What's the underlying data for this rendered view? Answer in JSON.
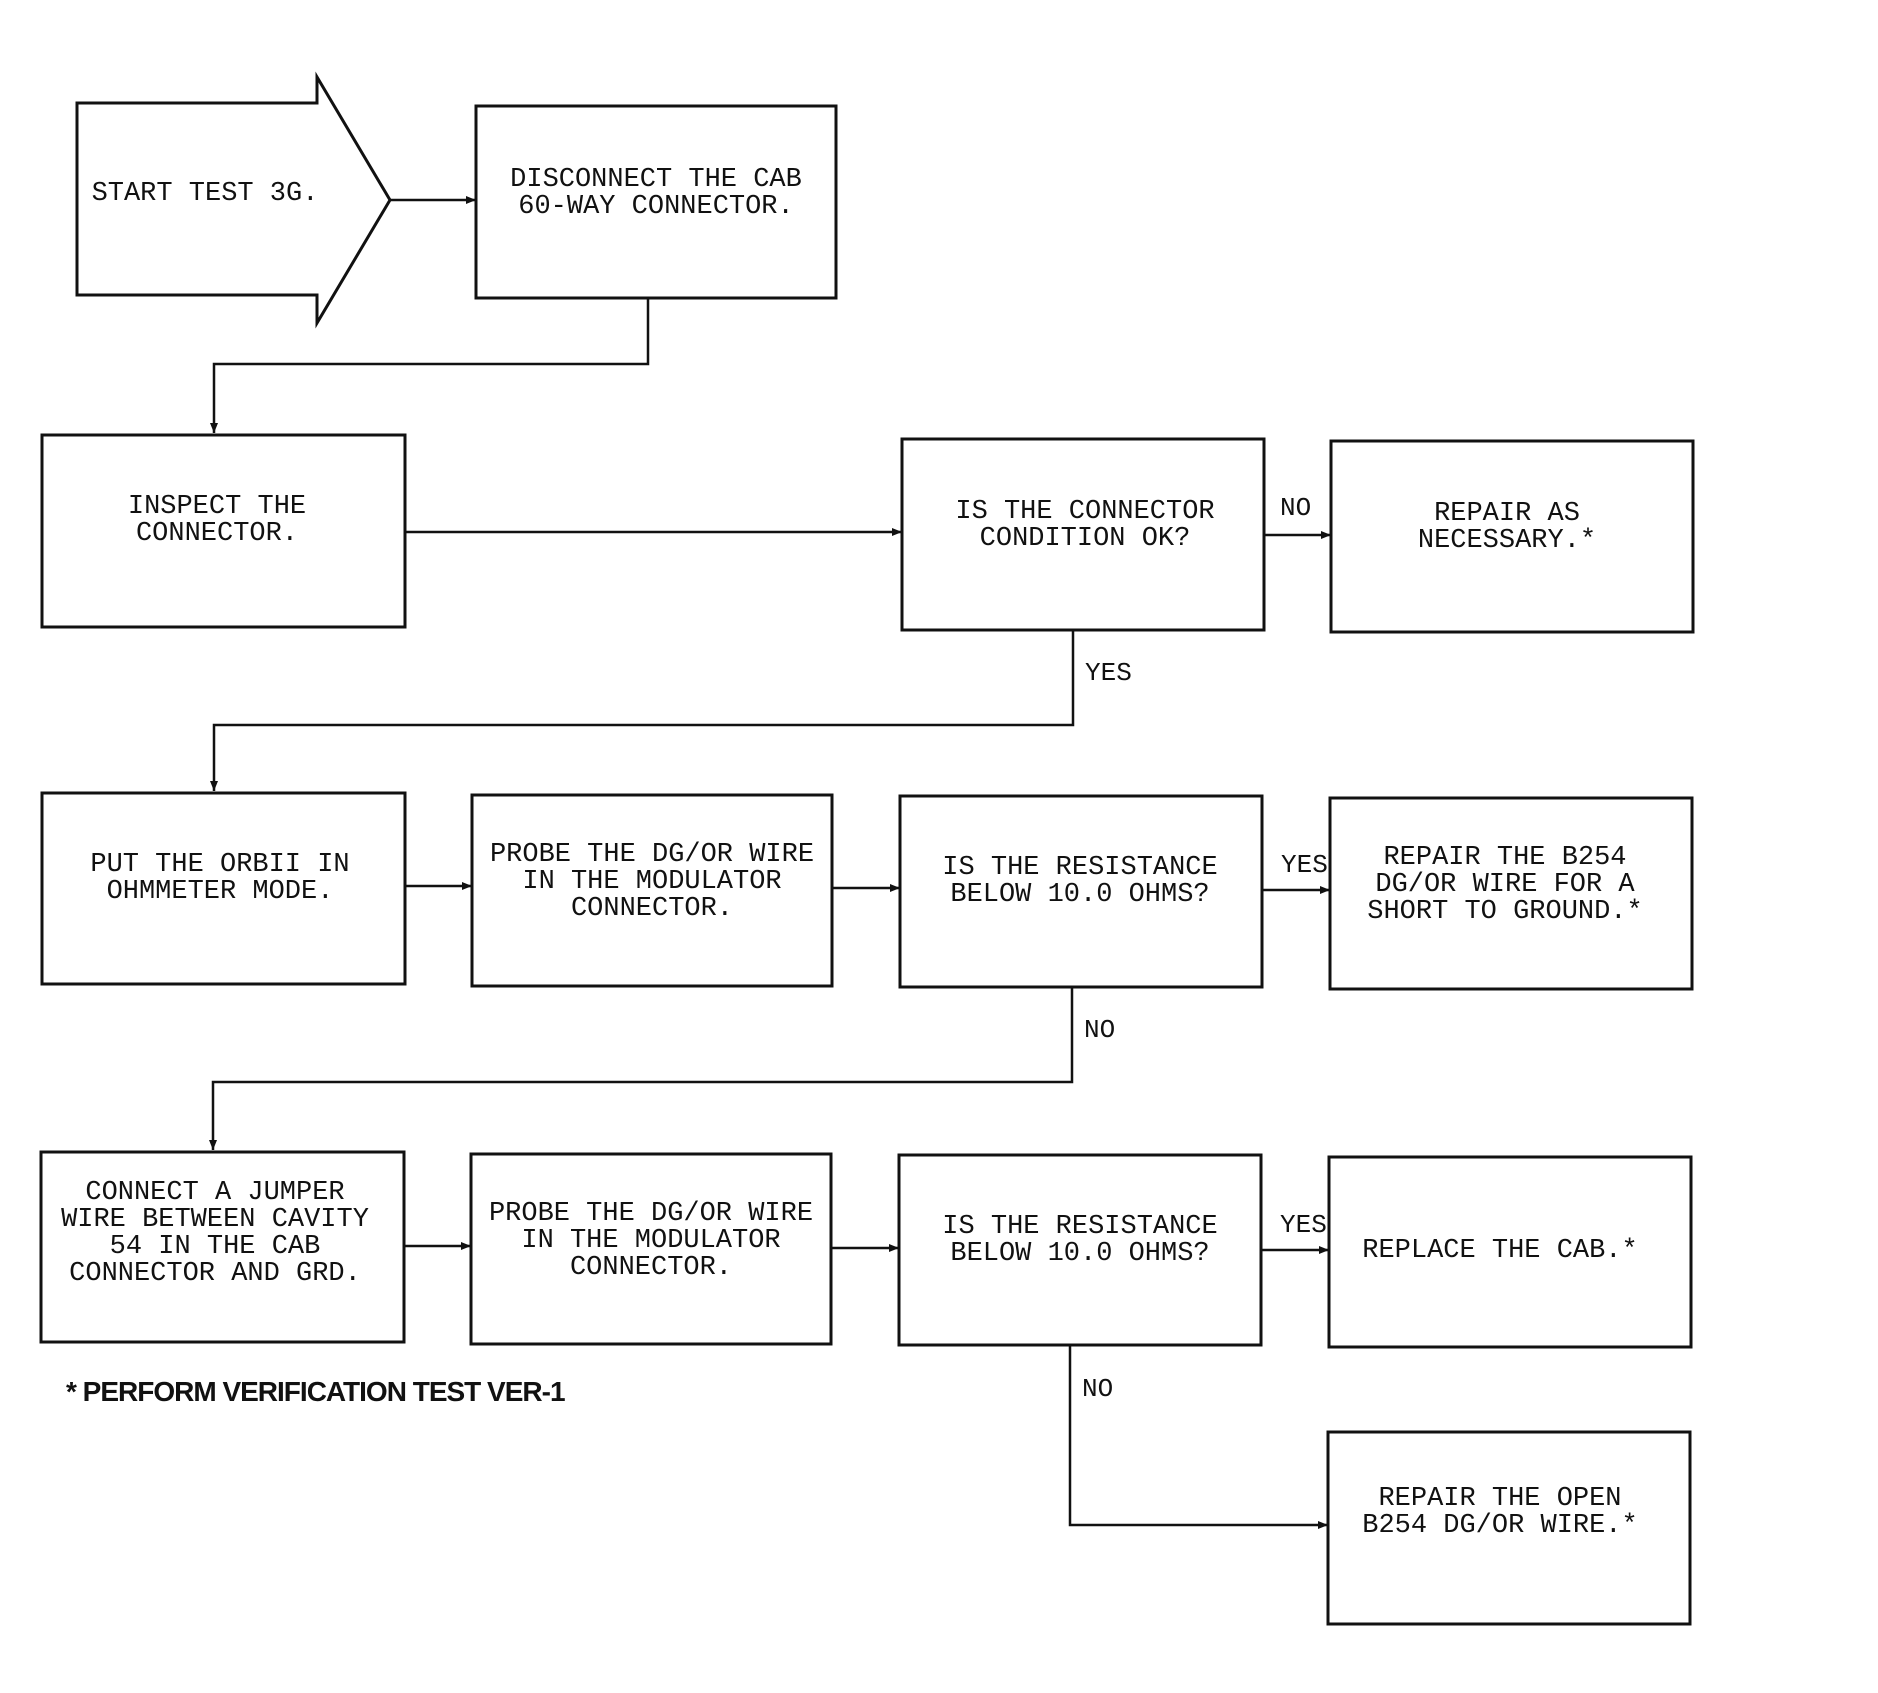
{
  "nodes": {
    "start": [
      "START TEST 3G."
    ],
    "disconnect": [
      "DISCONNECT THE CAB",
      "60-WAY CONNECTOR."
    ],
    "inspect": [
      "INSPECT THE",
      "CONNECTOR."
    ],
    "q_condition": [
      "IS THE CONNECTOR",
      "CONDITION OK?"
    ],
    "repair_necessary": [
      "REPAIR AS",
      "NECESSARY.*"
    ],
    "ohmmeter": [
      "PUT THE ORBII IN",
      "OHMMETER MODE."
    ],
    "probe1": [
      "PROBE THE DG/OR WIRE",
      "IN THE MODULATOR",
      "CONNECTOR."
    ],
    "q_resistance1": [
      "IS THE RESISTANCE",
      "BELOW 10.0 OHMS?"
    ],
    "repair_short": [
      "REPAIR THE B254",
      "DG/OR WIRE FOR A",
      "SHORT TO GROUND.*"
    ],
    "jumper": [
      "CONNECT A JUMPER",
      "WIRE BETWEEN CAVITY",
      "54 IN THE CAB",
      "CONNECTOR AND GRD."
    ],
    "probe2": [
      "PROBE THE DG/OR WIRE",
      "IN THE MODULATOR",
      "CONNECTOR."
    ],
    "q_resistance2": [
      "IS THE RESISTANCE",
      "BELOW 10.0 OHMS?"
    ],
    "replace_cab": [
      "REPLACE THE CAB.*"
    ],
    "repair_open": [
      "REPAIR THE OPEN",
      "B254 DG/OR WIRE.*"
    ]
  },
  "edge_labels": {
    "condition_no": "NO",
    "condition_yes": "YES",
    "resistance1_yes": "YES",
    "resistance1_no": "NO",
    "resistance2_yes": "YES",
    "resistance2_no": "NO"
  },
  "footnote": "* PERFORM VERIFICATION TEST VER-1"
}
